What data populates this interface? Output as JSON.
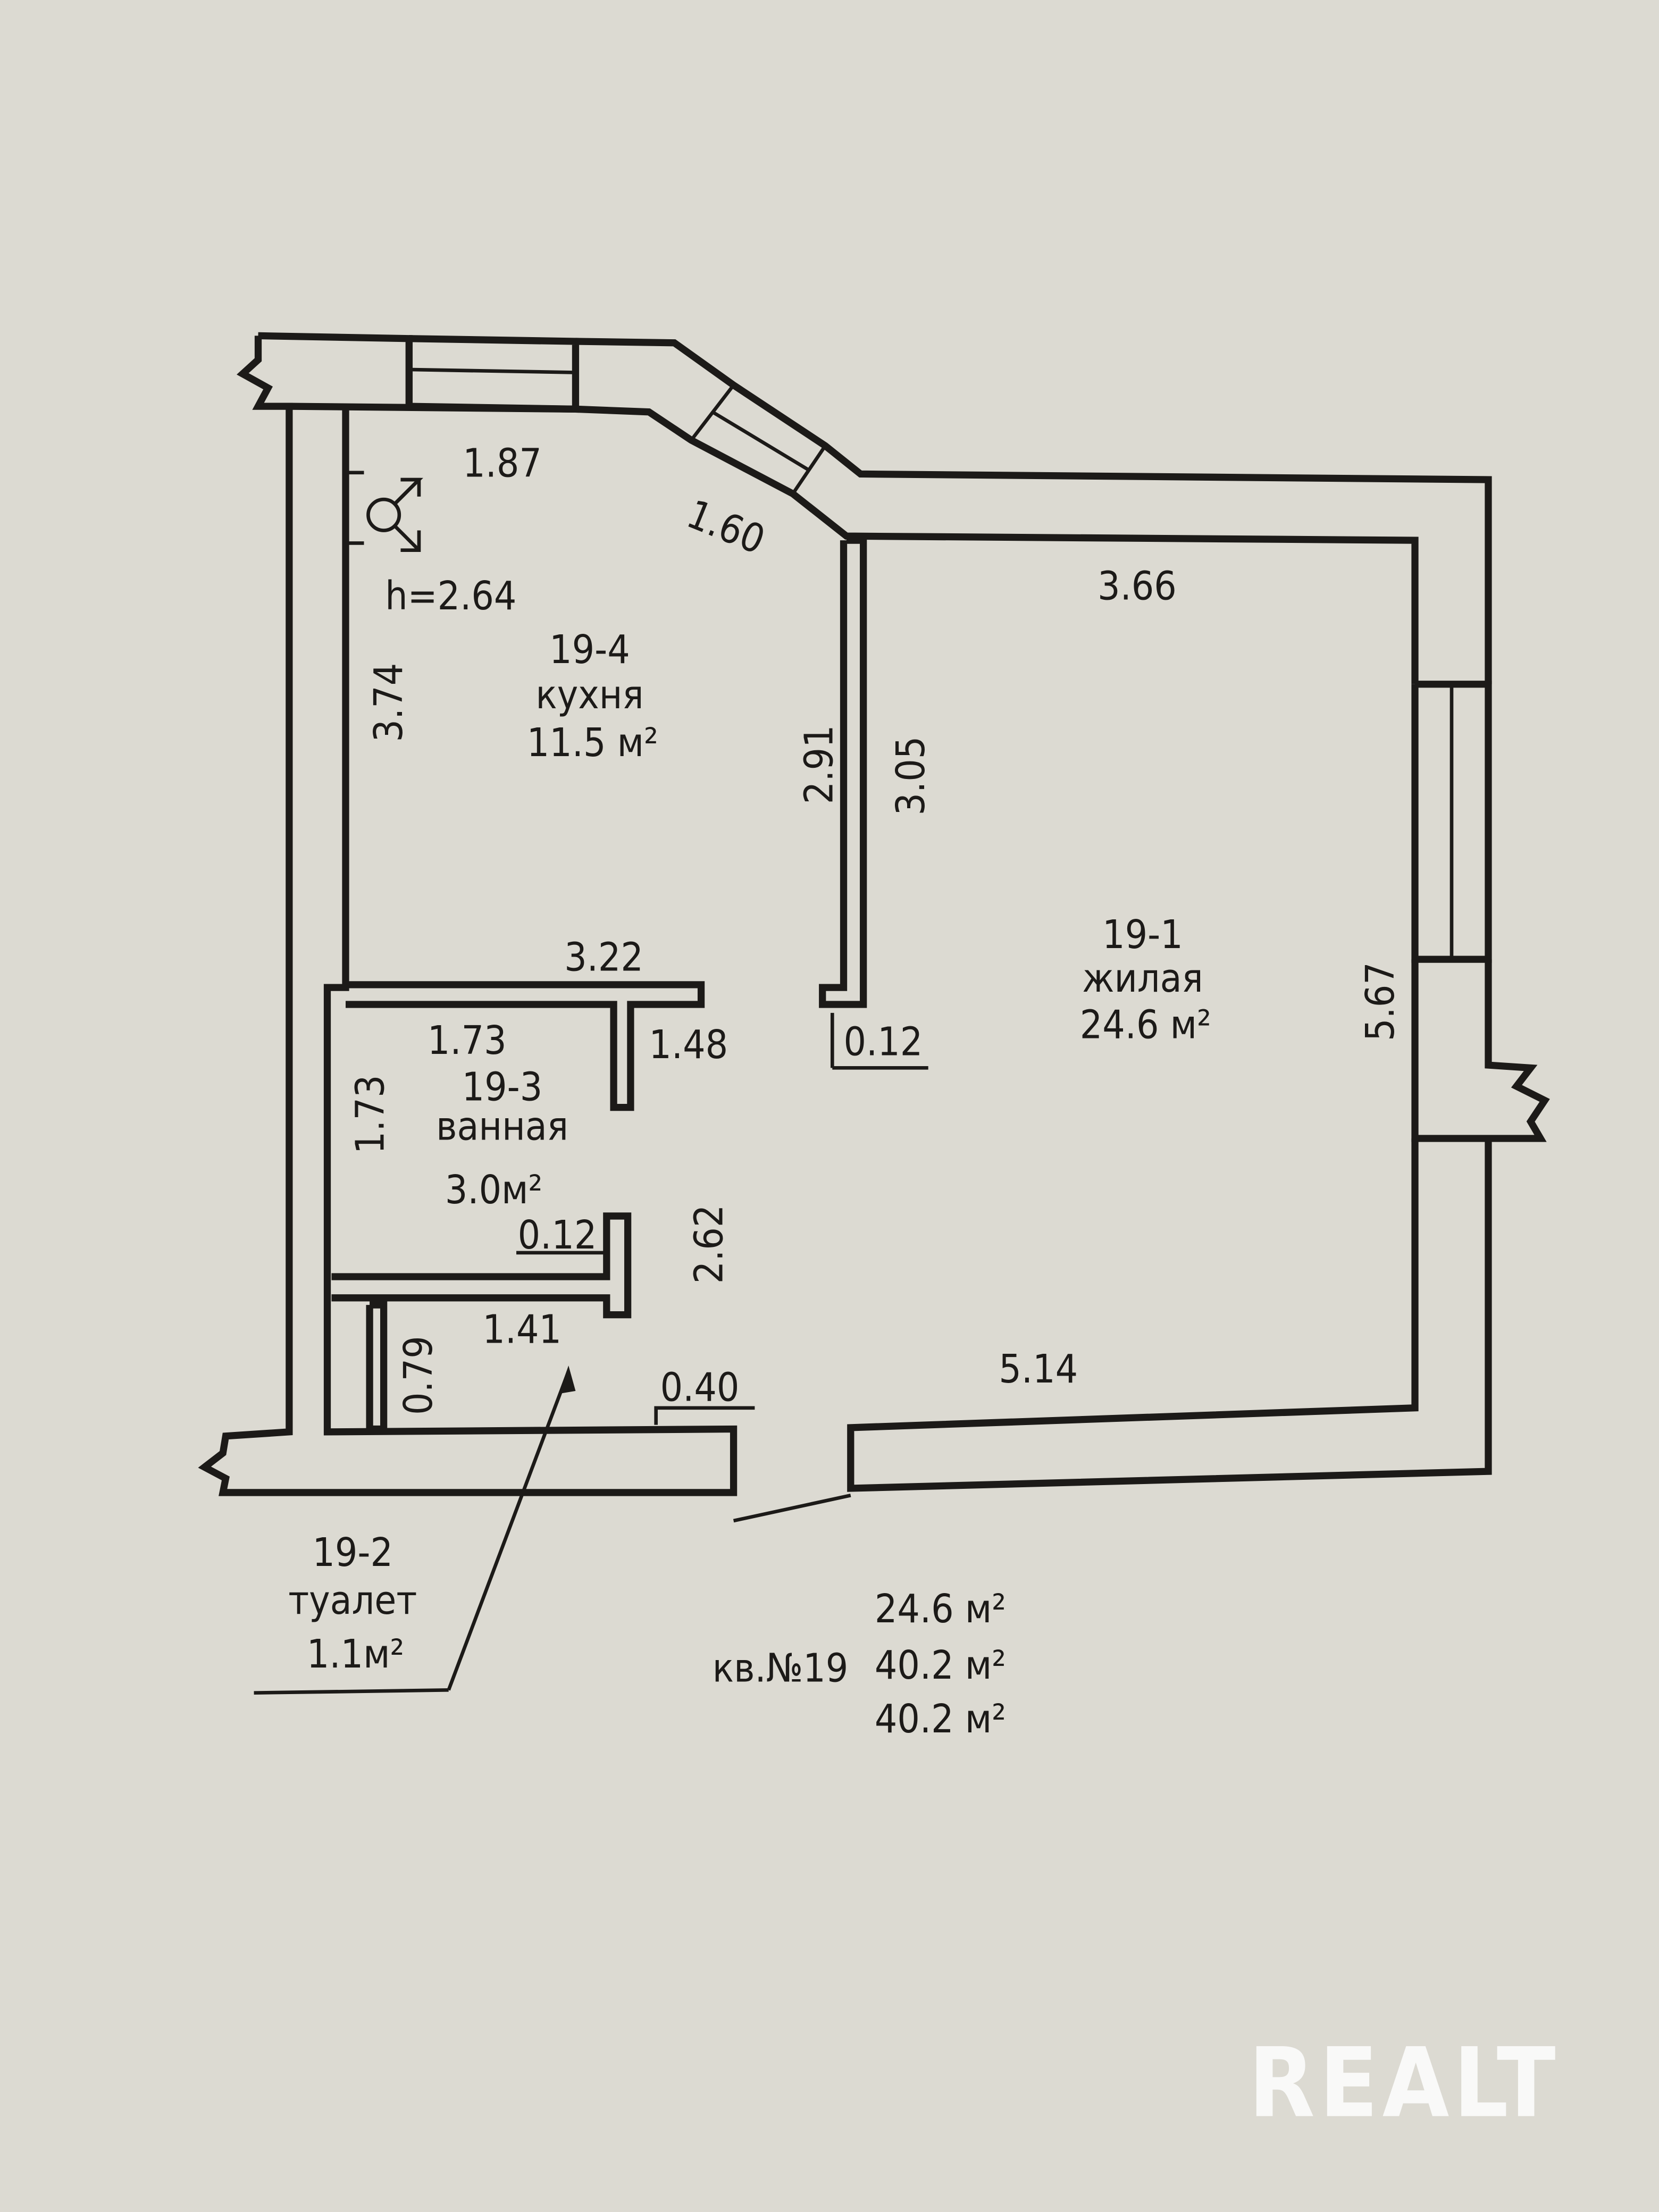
{
  "plan": {
    "ceiling_height": "h=2.64",
    "rooms": [
      {
        "id": "19-4",
        "name": "кухня",
        "area": "11.5 м²"
      },
      {
        "id": "19-1",
        "name": "жилая",
        "area": "24.6 м²"
      },
      {
        "id": "19-3",
        "name": "ванная",
        "area": "3.0м²"
      },
      {
        "id": "19-2",
        "name": "туалет",
        "area": "1.1м²"
      }
    ],
    "dimensions": {
      "kitchen_top": "1.87",
      "kitchen_diag": "1.60",
      "kitchen_left": "3.74",
      "kitchen_right_inner": "2.91",
      "living_left": "3.05",
      "living_top": "3.66",
      "living_right": "5.67",
      "living_bottom": "5.14",
      "partition_thickness": "0.12",
      "hall_top": "3.22",
      "bath_top": "1.73",
      "bath_right": "1.48",
      "bath_left": "1.73",
      "bath_partition": "0.12",
      "hall_right": "2.62",
      "toilet_top": "1.41",
      "toilet_left": "0.79",
      "door_stub": "0.40"
    },
    "summary": {
      "apartment": "кв.№19",
      "living_area": "24.6 м²",
      "total_area": "40.2 м²",
      "total_area_2": "40.2 м²"
    }
  },
  "watermark": "REALT"
}
